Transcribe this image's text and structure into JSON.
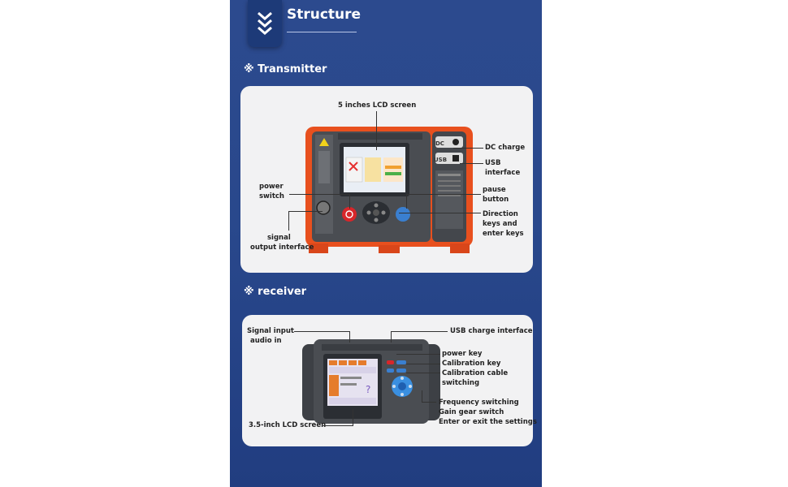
{
  "header": {
    "title": "Structure",
    "icon": "double-chevron-down-icon"
  },
  "transmitter": {
    "section_title": "※ Transmitter",
    "labels": {
      "lcd": "5 inches LCD screen",
      "dc_charge": "DC charge",
      "usb_interface_1": "USB",
      "usb_interface_2": "interface",
      "power_switch_1": "power",
      "power_switch_2": "switch",
      "pause_button_1": "pause",
      "pause_button_2": "button",
      "direction_keys_1": "Direction",
      "direction_keys_2": "keys and",
      "direction_keys_3": "enter keys",
      "signal_output_1": "signal",
      "signal_output_2": "output interface"
    },
    "device": {
      "port_dc": "DC",
      "port_usb": "USB"
    }
  },
  "receiver": {
    "section_title": "※ receiver",
    "labels": {
      "signal_input_1": "Signal input",
      "signal_input_2": "audio in",
      "usb_charge": "USB charge interface",
      "power_key": "power key",
      "calibration_key": "Calibration key",
      "calibration_cable_1": "Calibration cable",
      "calibration_cable_2": "switching",
      "frequency_switching": "Frequency switching",
      "gain_gear": "Gain gear switch",
      "enter_exit": "Enter or exit the settings",
      "lcd": "3.5-inch LCD screen"
    }
  },
  "colors": {
    "panel": "#29488c",
    "card": "#f2f2f3",
    "case_orange": "#e8501e",
    "device_grey": "#4a4d52"
  }
}
